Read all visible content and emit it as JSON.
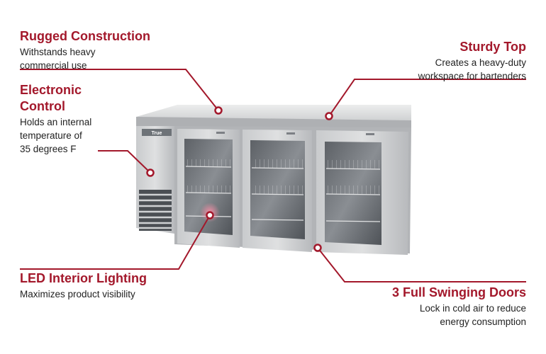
{
  "colors": {
    "accent": "#a3182b",
    "text": "#222222",
    "steel_light": "#d9dadc",
    "steel_mid": "#b9bbbe",
    "steel_dark": "#8d9094"
  },
  "features": {
    "rugged": {
      "title": "Rugged Construction",
      "desc_line1": "Withstands heavy",
      "desc_line2": "commercial use"
    },
    "electronic": {
      "title_line1": "Electronic",
      "title_line2": "Control",
      "desc_line1": "Holds an internal",
      "desc_line2": "temperature of",
      "desc_line3": "35 degrees F"
    },
    "led": {
      "title": "LED Interior Lighting",
      "desc_line1": "Maximizes product visibility"
    },
    "sturdy": {
      "title": "Sturdy Top",
      "desc_line1": "Creates a heavy-duty",
      "desc_line2": "workspace for bartenders"
    },
    "doors": {
      "title": "3 Full Swinging Doors",
      "desc_line1": "Lock in cold air to reduce",
      "desc_line2": "energy consumption"
    }
  },
  "product": {
    "logo_text": "True"
  }
}
